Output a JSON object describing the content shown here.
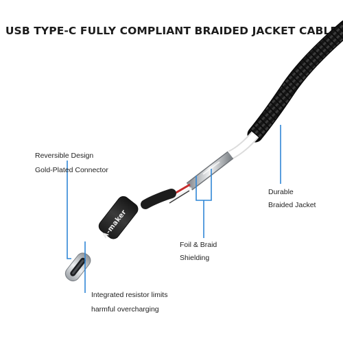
{
  "headline": "USB TYPE-C FULLY COMPLIANT BRAIDED JACKET CABLE",
  "brand_mark": "A-maker",
  "callouts": {
    "connector": [
      "Reversible Design",
      "Gold-Plated Connector"
    ],
    "jacket": [
      "Durable",
      "Braided Jacket"
    ],
    "shielding": [
      "Foil & Braid",
      "Shielding"
    ],
    "resistor": [
      "Integrated resistor limits",
      "harmful overcharging"
    ]
  },
  "colors": {
    "leader_line": "#2f86d6",
    "jacket_dark": "#1b1b1b",
    "housing": "#2a2a2a",
    "plug_metal": "#cfd2d6"
  }
}
